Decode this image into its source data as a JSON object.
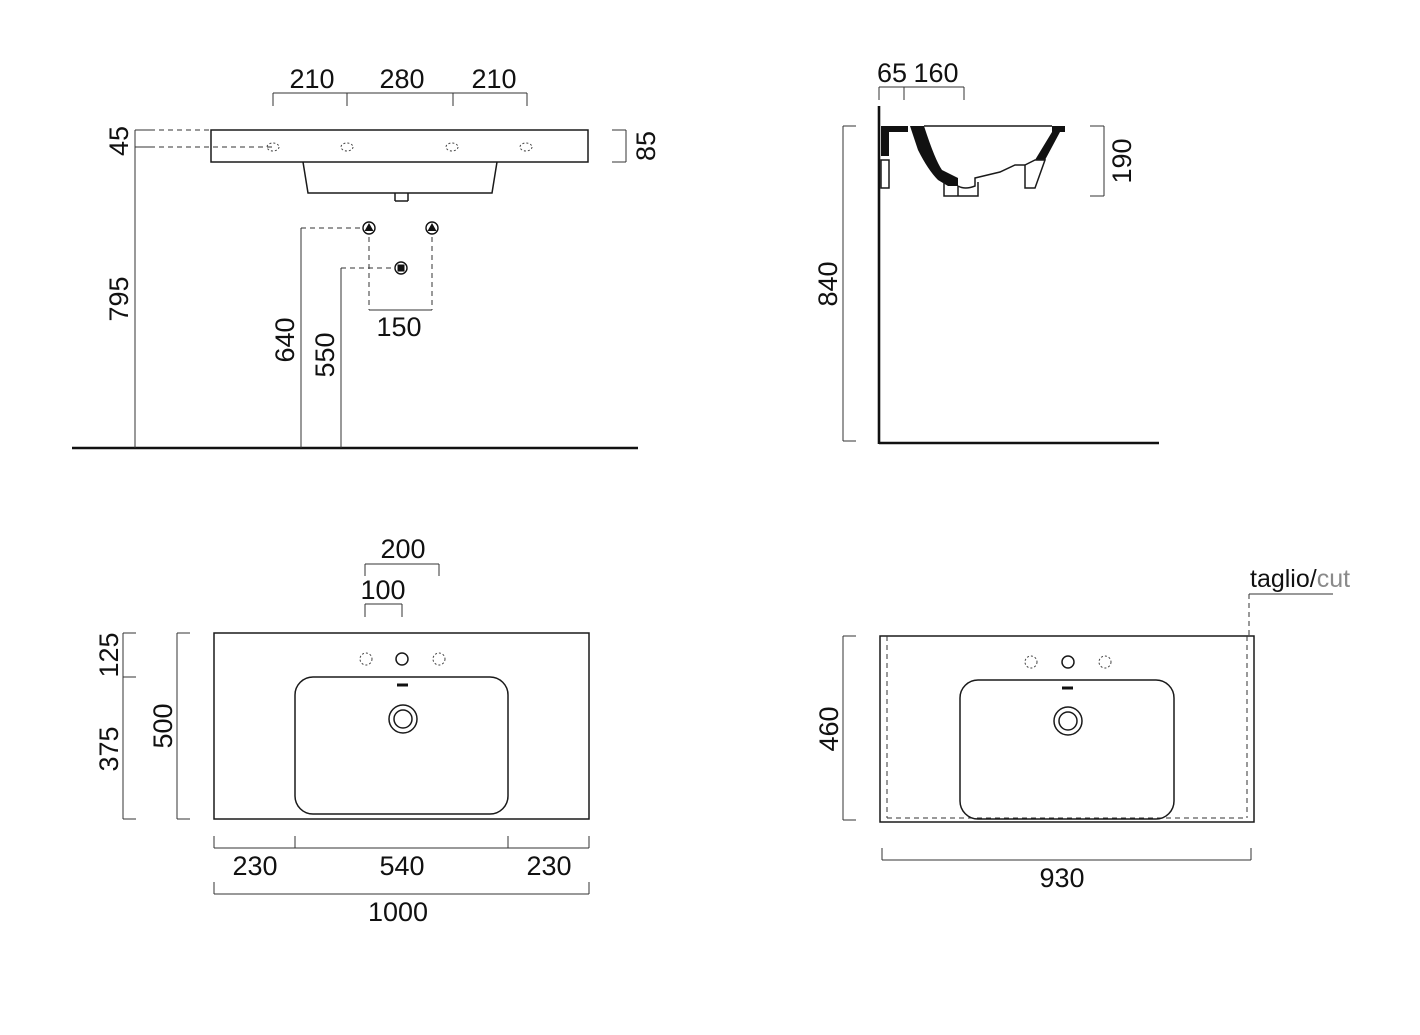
{
  "front_view": {
    "dims": {
      "holes_left": "210",
      "holes_mid": "280",
      "holes_right": "210",
      "top_offset": "45",
      "thickness": "85",
      "height_rim": "795",
      "height_supply": "640",
      "height_drain": "550",
      "supply_spacing": "150"
    }
  },
  "side_view": {
    "dims": {
      "wall_gap": "65",
      "basin_offset": "160",
      "basin_depth": "190",
      "height_top": "840"
    }
  },
  "top_view": {
    "dims": {
      "tap_outer": "200",
      "tap_inner": "100",
      "back_band": "125",
      "basin_length": "375",
      "depth": "500",
      "left_margin": "230",
      "basin_width": "540",
      "right_margin": "230",
      "total_width": "1000"
    }
  },
  "cut_view": {
    "label_main": "taglio/",
    "label_alt": "cut",
    "dims": {
      "depth": "460",
      "width": "930"
    }
  },
  "colors": {
    "line": "#1a1a1a",
    "label_alt": "#8a8a8a"
  }
}
